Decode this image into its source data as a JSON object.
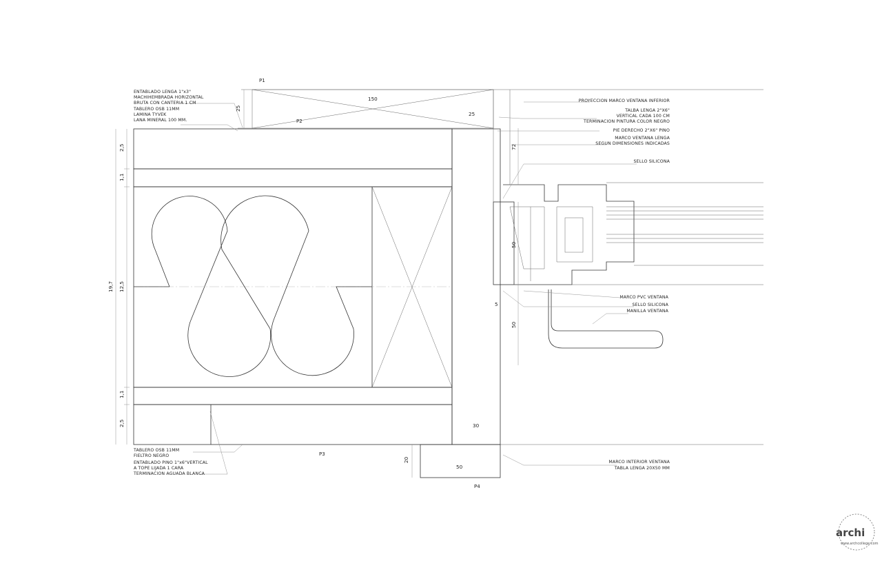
{
  "points": {
    "p1": "P1",
    "p2": "P2",
    "p3": "P3",
    "p4": "P4"
  },
  "dims": {
    "top_150": "150",
    "top_25_left": "25",
    "top_25_right": "25",
    "right_72": "72",
    "left_2_5_top": "2,5",
    "left_1_1_top": "1,1",
    "left_12_5": "12,5",
    "left_19_7": "19,7",
    "left_1_1_bottom": "1,1",
    "left_2_5_bottom": "2,5",
    "win_50_a": "50",
    "win_5": "5",
    "win_50_b": "50",
    "right_30": "30",
    "bottom_20": "20",
    "bottom_50": "50"
  },
  "notes_left_top": [
    "ENTABLADO LENGA 1\"x3\"",
    "MACHIHEMBRADA HORIZONTAL",
    "BRUTA CON CANTERIA 1 CM",
    "TABLERO OSB 11MM",
    "LAMINA TYVEK",
    "LANA MINERAL 100 MM."
  ],
  "notes_left_bottom": [
    "TABLERO OSB 11MM",
    "FIELTRO NEGRO",
    "ENTABLADO PINO 1\"x6\"VERTICAL",
    "A TOPE LIJADA 1 CARA",
    "TERMINACION AGUADA BLANCA"
  ],
  "notes_right": [
    "PROYECCION MARCO VENTANA INFERIOR",
    "TALBA LENGA 2\"X6\"",
    "VERTICAL CADA 100 CM",
    "TERMINACION PINTURA COLOR NEGRO",
    "PIE DERECHO 2\"X6\"  PINO",
    "MARCO VENTANA LENGA",
    "SEGUN DIMENSIONES INDICADAS",
    "SELLO SILICONA",
    "MARCO PVC VENTANA",
    "SELLO SILICONA",
    "MANILLA VENTANA",
    "MARCO INTERIOR VENTANA",
    "TABLA LENGA 20X50 MM"
  ],
  "watermark": {
    "main": "archi",
    "sub": "www.archcollege.com"
  },
  "colors": {
    "line": "#333333",
    "hatch": "#9a9a9a",
    "paper": "#ffffff"
  }
}
